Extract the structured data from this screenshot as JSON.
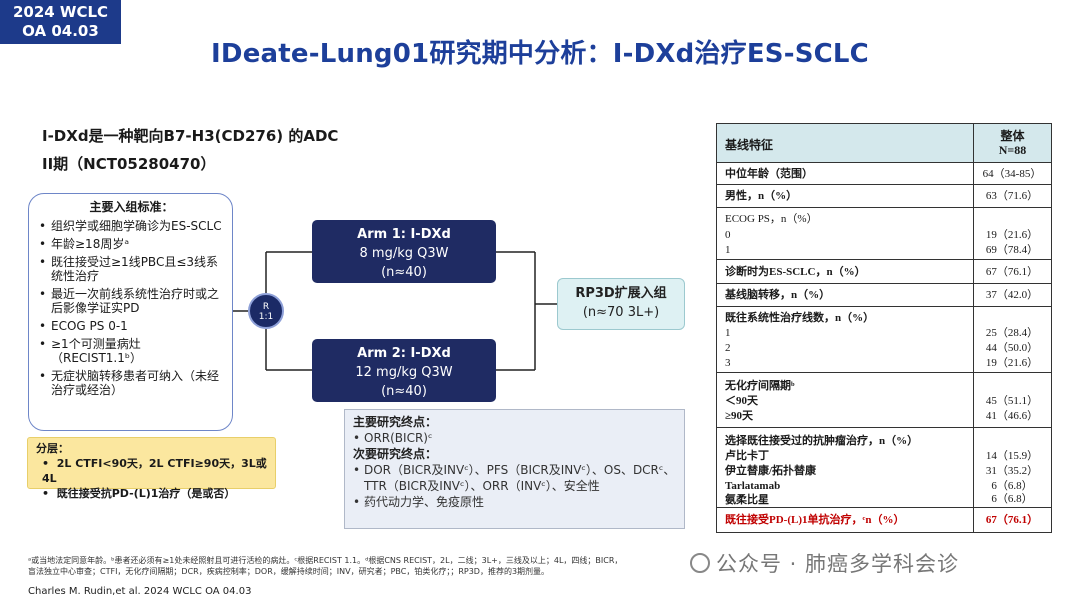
{
  "badge": {
    "line1": "2024 WCLC",
    "line2": "OA 04.03"
  },
  "title": "IDeate-Lung01研究期中分析：I-DXd治疗ES-SCLC",
  "design": {
    "heading1": "I-DXd是一种靶向B7-H3(CD276) 的ADC",
    "heading2": "II期（NCT05280470）"
  },
  "inclusion": {
    "title": "主要入组标准：",
    "items": [
      "组织学或细胞学确诊为ES-SCLC",
      "年龄≥18周岁ᵃ",
      "既往接受过≥1线PBC且≤3线系统性治疗",
      "最近一次前线系统性治疗时或之后影像学证实PD",
      "ECOG PS 0-1",
      "≥1个可测量病灶（RECIST1.1ᵇ）",
      "无症状脑转移患者可纳入（未经治疗或经治）"
    ]
  },
  "stratification": {
    "title": "分层：",
    "items": [
      "2L CTFI<90天，2L CTFI≥90天，3L或4L",
      "既往接受抗PD-(L)1治疗（是或否）"
    ]
  },
  "randomize": {
    "label1": "R",
    "label2": "1:1"
  },
  "arm1": {
    "name": "Arm 1: I-DXd",
    "dose": "8 mg/kg Q3W",
    "n": "(n≈40)"
  },
  "arm2": {
    "name": "Arm 2: I-DXd",
    "dose": "12 mg/kg Q3W",
    "n": "(n≈40)"
  },
  "rp3d": {
    "line1": "RP3D扩展入组",
    "line2": "(n≈70 3L+)"
  },
  "endpoints": {
    "primary_title": "主要研究终点：",
    "primary": [
      "ORR(BICR)ᶜ"
    ],
    "secondary_title": "次要研究终点：",
    "secondary": [
      "DOR（BICR及INVᶜ）、PFS（BICR及INVᶜ）、OS、DCRᶜ、TTR（BICR及INVᶜ）、ORR（INVᶜ）、安全性",
      "药代动力学、免疫原性"
    ]
  },
  "table": {
    "col1": "基线特征",
    "col2_line1": "整体",
    "col2_line2": "N=88",
    "age_label": "中位年龄（范围）",
    "age_value": "64（34-85）",
    "male_label": "男性，n（%）",
    "male_value": "63（71.6）",
    "ecog_label": "ECOG PS，n（%）",
    "ecog0_label": "0",
    "ecog0_value": "19（21.6）",
    "ecog1_label": "1",
    "ecog1_value": "69（78.4）",
    "diag_label": "诊断时为ES-SCLC，n（%）",
    "diag_value": "67（76.1）",
    "brain_label": "基线脑转移，n（%）",
    "brain_value": "37（42.0）",
    "lines_label": "既往系统性治疗线数，n（%）",
    "l1_label": "1",
    "l1_value": "25（28.4）",
    "l2_label": "2",
    "l2_value": "44（50.0）",
    "l3_label": "3",
    "l3_value": "19（21.6）",
    "ctfi_label": "无化疗间隔期ᵇ",
    "ctfi_a_label": "＜90天",
    "ctfi_a_value": "45（51.1）",
    "ctfi_b_label": "≥90天",
    "ctfi_b_value": "41（46.6）",
    "prior_label": "选择既往接受过的抗肿瘤治疗，n（%）",
    "lurb_label": "卢比卡丁",
    "lurb_value": "14（15.9）",
    "ipi_label": "伊立替康/拓扑替康",
    "ipi_value": "31（35.2）",
    "tarl_label": "Tarlatamab",
    "tarl_value": "6（6.8）",
    "amr_label": "氨柔比星",
    "amr_value": "6（6.8）",
    "pdl1_label": "既往接受PD-(L)1单抗治疗，ᶜn（%）",
    "pdl1_value": "67（76.1）"
  },
  "footnote": {
    "line1": "ᵃ或当地法定同意年龄。ᵇ患者还必须有≥1处未经照射且可进行活检的病灶。ᶜ根据RECIST 1.1。ᵈ根据CNS RECIST，2L，二线；3L+，三线及以上；4L，四线；BICR，",
    "line2": "盲法独立中心审查；CTFI，无化疗间隔期；DCR，疾病控制率；DOR，缓解持续时间；INV，研究者；PBC，铂类化疗；；RP3D，推荐的3期剂量。"
  },
  "citation": "Charles M. Rudin,et al. 2024 WCLC OA 04.03",
  "watermark": "公众号 · 肺癌多学科会诊"
}
